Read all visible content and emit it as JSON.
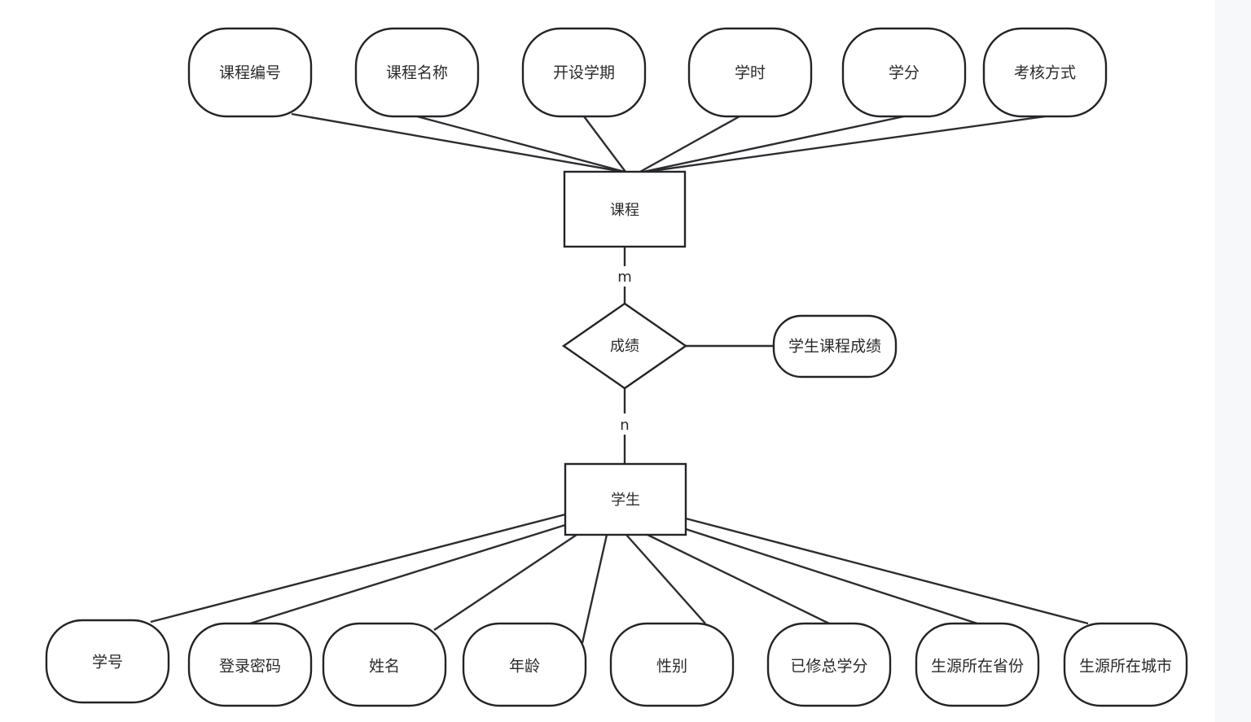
{
  "diagram": {
    "type": "er-diagram",
    "entities": {
      "course": "课程",
      "student": "学生"
    },
    "relationship": {
      "name": "成绩",
      "attribute": "学生课程成绩"
    },
    "cardinality": {
      "course_side": "m",
      "student_side": "n"
    },
    "course_attributes": [
      "课程编号",
      "课程名称",
      "开设学期",
      "学时",
      "学分",
      "考核方式"
    ],
    "student_attributes": [
      "学号",
      "登录密码",
      "姓名",
      "年龄",
      "性别",
      "已修总学分",
      "生源所在省份",
      "生源所在城市"
    ]
  }
}
